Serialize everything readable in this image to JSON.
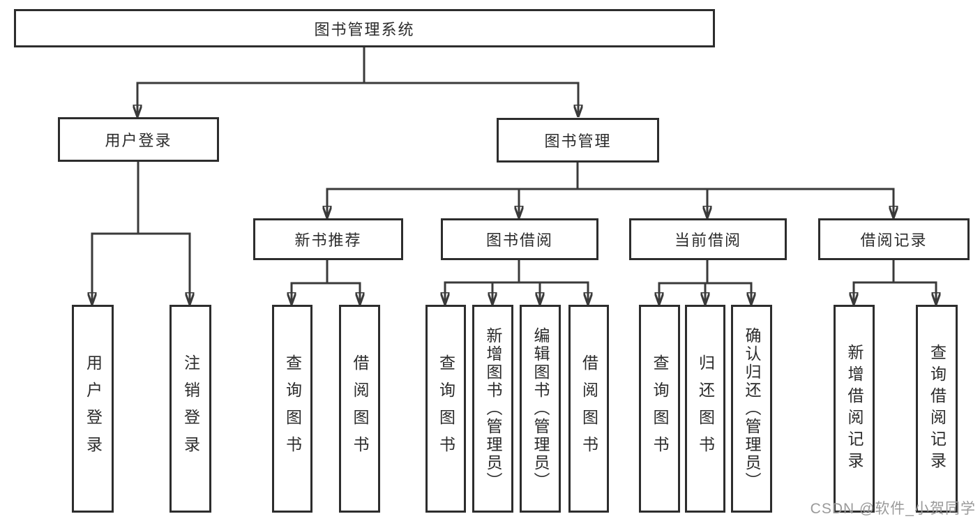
{
  "tree": {
    "label": "图书管理系统",
    "children": [
      {
        "label": "用户登录",
        "children": [
          {
            "label": "用户登录"
          },
          {
            "label": "注销登录"
          }
        ]
      },
      {
        "label": "图书管理",
        "children": [
          {
            "label": "新书推荐",
            "children": [
              {
                "label": "查询图书"
              },
              {
                "label": "借阅图书"
              }
            ]
          },
          {
            "label": "图书借阅",
            "children": [
              {
                "label": "查询图书"
              },
              {
                "label": "新增图书（管理员）"
              },
              {
                "label": "编辑图书（管理员）"
              },
              {
                "label": "借阅图书"
              }
            ]
          },
          {
            "label": "当前借阅",
            "children": [
              {
                "label": "查询图书"
              },
              {
                "label": "归还图书"
              },
              {
                "label": "确认归还（管理员）"
              }
            ]
          },
          {
            "label": "借阅记录",
            "children": [
              {
                "label": "新增借阅记录"
              },
              {
                "label": "查询借阅记录"
              }
            ]
          }
        ]
      }
    ]
  },
  "watermark": {
    "text": "CSDN @软件_小贺同学"
  },
  "colors": {
    "line": "#3a3a3a",
    "box_border": "#2d2d2d",
    "text": "#2b2b2b",
    "watermark": "#9a9a9a",
    "background": "#ffffff"
  }
}
